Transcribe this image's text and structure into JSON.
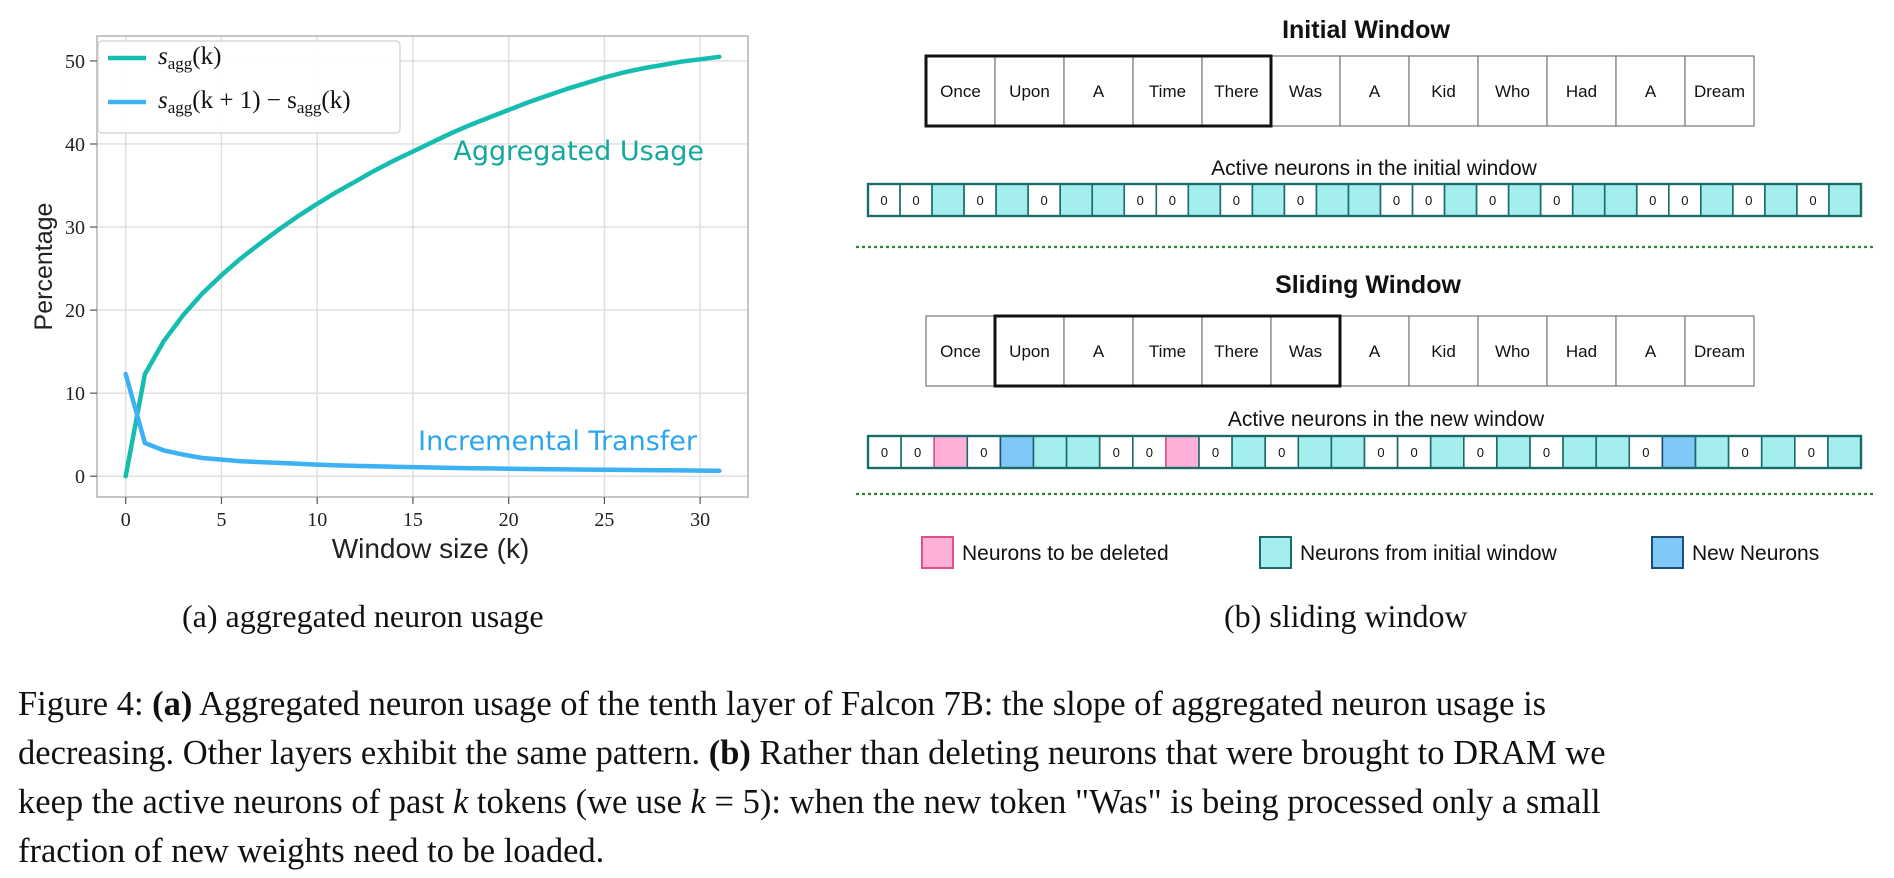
{
  "panel_a": {
    "caption": "(a) aggregated neuron usage",
    "chart_data": {
      "type": "line",
      "xlabel": "Window size (k)",
      "ylabel": "Percentage",
      "xlim": [
        -1.5,
        32.5
      ],
      "ylim": [
        -2.5,
        53
      ],
      "xticks": [
        0,
        5,
        10,
        15,
        20,
        25,
        30
      ],
      "yticks": [
        0,
        10,
        20,
        30,
        40,
        50
      ],
      "grid": true,
      "legend_position": "top-left",
      "legend": [
        {
          "prefix": "s",
          "sub": "agg",
          "suffix": "(k)"
        },
        {
          "prefix": "s",
          "sub": "agg",
          "suffix": "(k + 1) − s",
          "sub2": "agg",
          "suffix2": "(k)"
        }
      ],
      "series": [
        {
          "name": "Aggregated Usage",
          "color": "#14bdb0",
          "x": [
            0,
            1,
            2,
            3,
            4,
            5,
            6,
            7,
            8,
            9,
            10,
            11,
            12,
            13,
            14,
            15,
            16,
            17,
            18,
            19,
            20,
            21,
            22,
            23,
            24,
            25,
            26,
            27,
            28,
            29,
            30,
            31
          ],
          "y": [
            0,
            12.3,
            16.3,
            19.4,
            22.0,
            24.2,
            26.2,
            28.0,
            29.7,
            31.3,
            32.8,
            34.2,
            35.5,
            36.8,
            38.0,
            39.1,
            40.2,
            41.3,
            42.3,
            43.2,
            44.1,
            45.0,
            45.8,
            46.6,
            47.3,
            48.0,
            48.6,
            49.1,
            49.5,
            49.9,
            50.2,
            50.5
          ]
        },
        {
          "name": "Incremental Transfer",
          "color": "#3cb1f3",
          "x": [
            0,
            1,
            2,
            3,
            4,
            5,
            6,
            7,
            8,
            9,
            10,
            11,
            12,
            13,
            14,
            15,
            16,
            17,
            18,
            19,
            20,
            21,
            22,
            23,
            24,
            25,
            26,
            27,
            28,
            29,
            30,
            31
          ],
          "y": [
            12.3,
            4.0,
            3.1,
            2.6,
            2.2,
            2.0,
            1.8,
            1.7,
            1.6,
            1.5,
            1.4,
            1.3,
            1.25,
            1.2,
            1.15,
            1.1,
            1.05,
            1.0,
            0.97,
            0.94,
            0.9,
            0.87,
            0.85,
            0.82,
            0.8,
            0.78,
            0.76,
            0.74,
            0.72,
            0.7,
            0.68,
            0.66
          ]
        }
      ],
      "annotations": [
        {
          "text": "Aggregated Usage",
          "color": "#14a89d"
        },
        {
          "text": "Incremental Transfer",
          "color": "#2aa5ee"
        }
      ]
    }
  },
  "panel_b": {
    "caption": "(b) sliding window",
    "initial_title": "Initial Window",
    "sliding_title": "Sliding Window",
    "tokens": [
      "Once",
      "Upon",
      "A",
      "Time",
      "There",
      "Was",
      "A",
      "Kid",
      "Who",
      "Had",
      "A",
      "Dream"
    ],
    "initial_window": [
      0,
      4
    ],
    "sliding_window": [
      1,
      5
    ],
    "active_initial_label": "Active neurons in the initial window",
    "active_new_label": "Active neurons in the new window",
    "neuron_colors": {
      "zero": "#ffffff",
      "initial": "#a4eeee",
      "deleted": "#ffb0d8",
      "new": "#7fc8f7",
      "border": "#1b6b6b"
    },
    "initial_cells": [
      "0",
      "0",
      "i",
      "0",
      "i",
      "0",
      "i",
      "i",
      "0",
      "0",
      "i",
      "0",
      "i",
      "0",
      "i",
      "i",
      "0",
      "0",
      "i",
      "0",
      "i",
      "0",
      "i",
      "i",
      "0",
      "0",
      "i",
      "0",
      "i",
      "0",
      "i"
    ],
    "new_cells": [
      "0",
      "0",
      "d",
      "0",
      "n",
      "i",
      "i",
      "0",
      "0",
      "d",
      "0",
      "i",
      "0",
      "i",
      "i",
      "0",
      "0",
      "i",
      "0",
      "i",
      "0",
      "i",
      "i",
      "0",
      "n",
      "i",
      "0",
      "i",
      "0",
      "i"
    ],
    "zero_label": "0",
    "legend": [
      {
        "label": "Neurons to be deleted",
        "color": "#ffb0d8",
        "border": "#e0508a"
      },
      {
        "label": "Neurons from initial window",
        "color": "#a4eeee",
        "border": "#1b6b6b"
      },
      {
        "label": "New Neurons",
        "color": "#7fc8f7",
        "border": "#1d4e7a"
      }
    ]
  },
  "caption": {
    "lines": [
      [
        {
          "t": "Figure 4: "
        },
        {
          "t": "(a)",
          "b": true
        },
        {
          "t": " Aggregated neuron usage of the tenth layer of Falcon 7B: the slope of aggregated neuron usage is"
        }
      ],
      [
        {
          "t": "decreasing. Other layers exhibit the same pattern. "
        },
        {
          "t": "(b)",
          "b": true
        },
        {
          "t": " Rather than deleting neurons that were brought to DRAM we"
        }
      ],
      [
        {
          "t": "keep the active neurons of past "
        },
        {
          "t": "k",
          "i": true
        },
        {
          "t": " tokens (we use "
        },
        {
          "t": "k",
          "i": true
        },
        {
          "t": " = 5): when the new token \"Was\" is being processed only a small"
        }
      ],
      [
        {
          "t": "fraction of new weights need to be loaded."
        }
      ]
    ]
  }
}
